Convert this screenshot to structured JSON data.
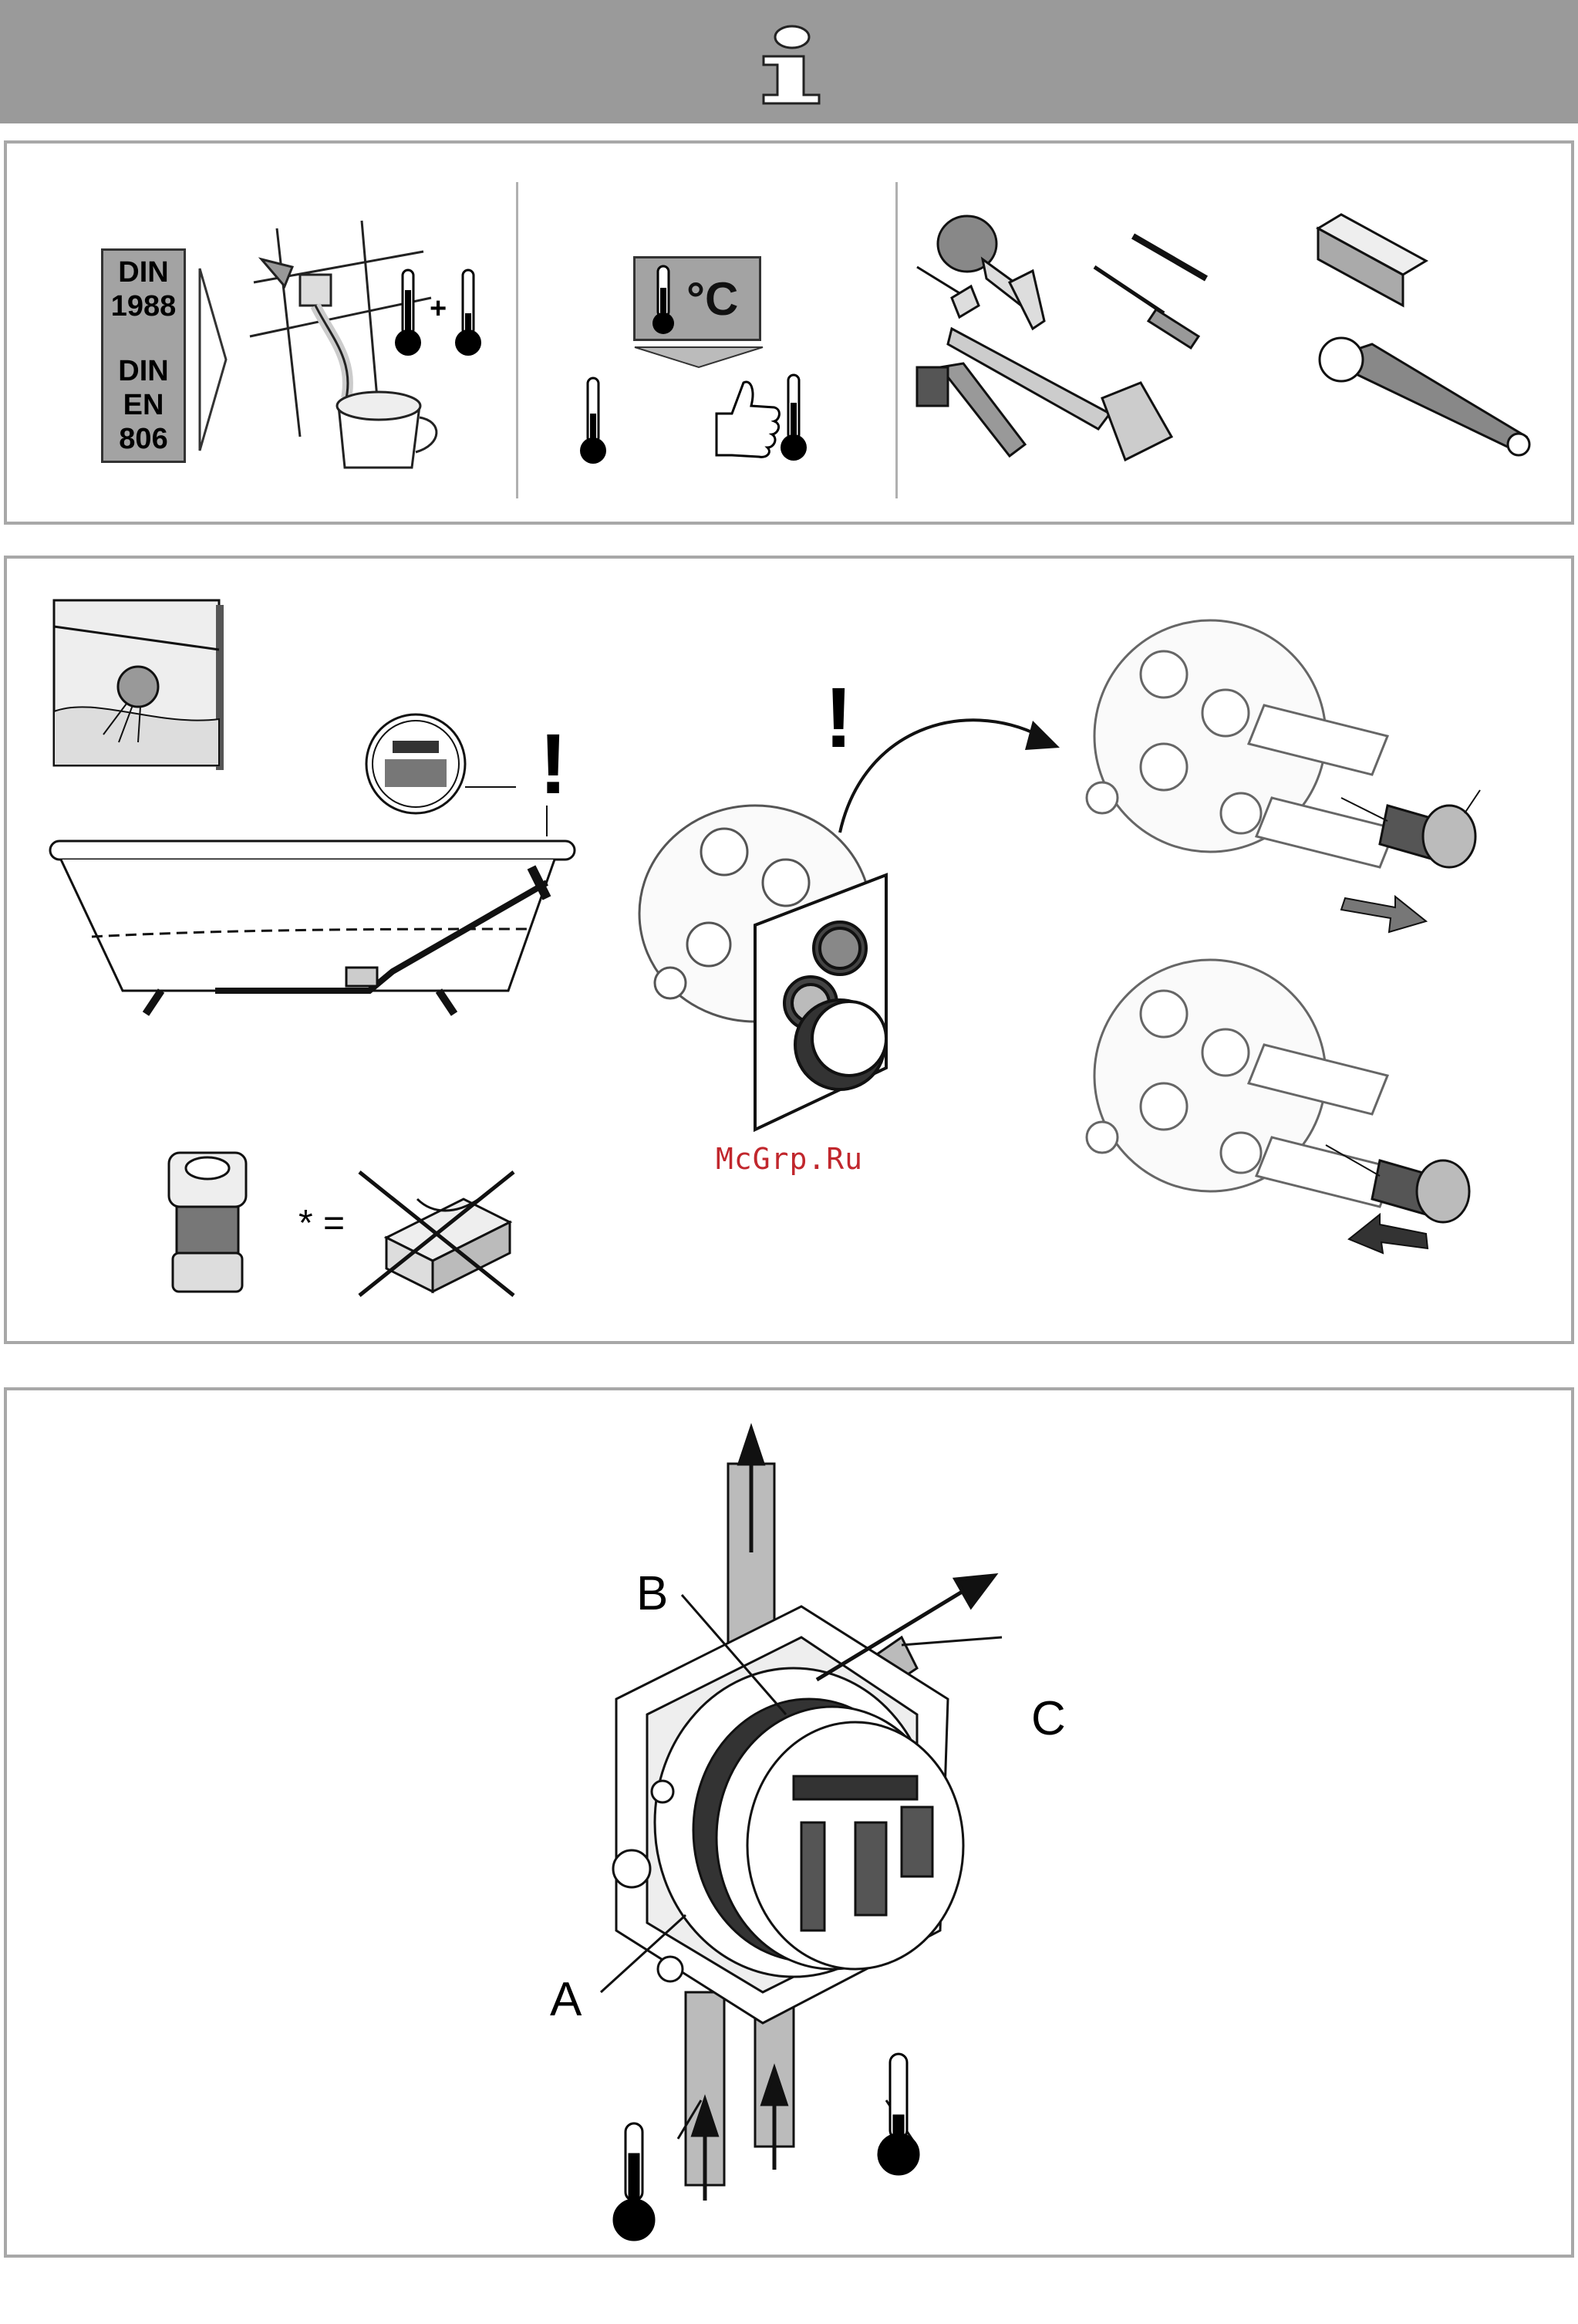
{
  "header": {
    "icon": "info-icon"
  },
  "panel1": {
    "standards": [
      "DIN",
      "1988",
      "DIN",
      "EN",
      "806"
    ],
    "plus_sign": "+",
    "celsius_label": "°C"
  },
  "panel2": {
    "exclamation": "!",
    "asterisk_equals": "* ="
  },
  "watermark": "McGrp.Ru",
  "panel3": {
    "labels": {
      "a": "A",
      "b": "B",
      "c": "C"
    }
  }
}
